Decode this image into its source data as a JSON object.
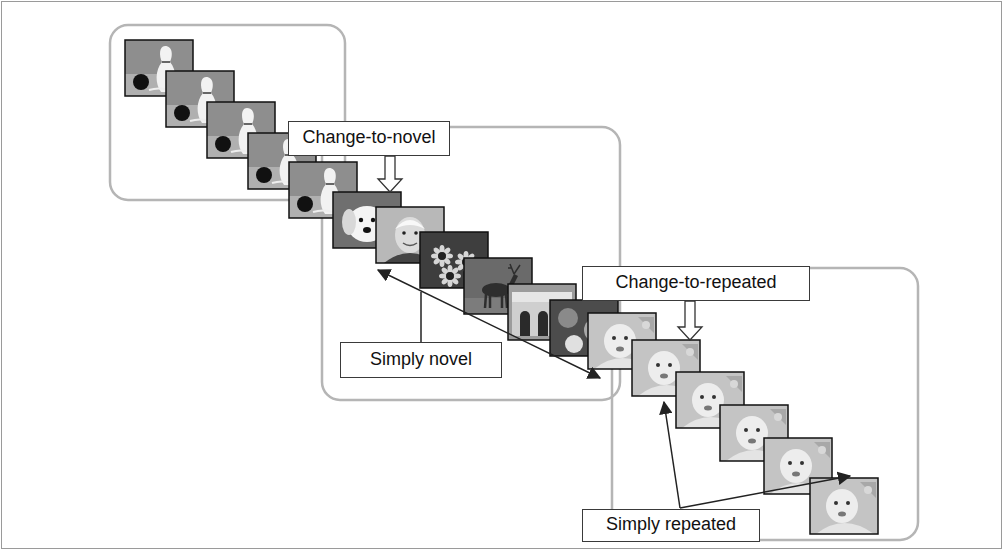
{
  "diagram": {
    "nodes": [
      {
        "text": [
          "Change-to-novel"
        ]
      },
      {
        "text": [
          "Change-to-repeated"
        ]
      },
      {
        "text": [
          "Simply novel"
        ]
      },
      {
        "text": [
          "Simply repeated"
        ]
      }
    ]
  }
}
